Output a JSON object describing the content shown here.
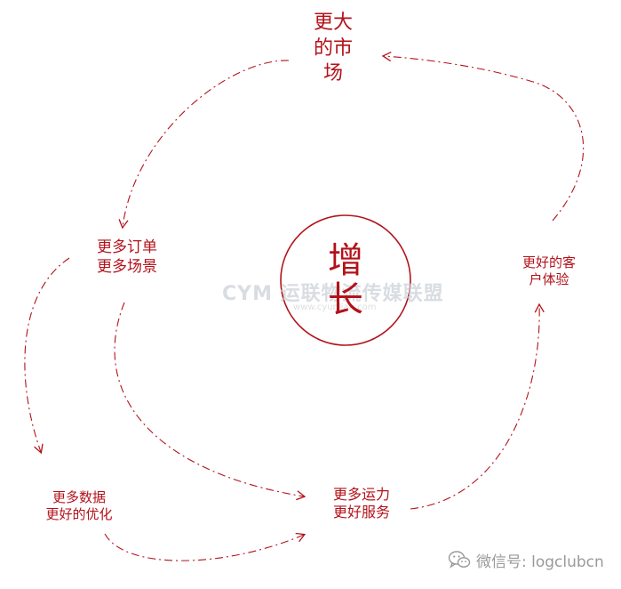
{
  "diagram": {
    "center": {
      "line1": "增",
      "line2": "长"
    },
    "nodes": {
      "top": {
        "line1": "更大",
        "line2": "的市",
        "line3": "场"
      },
      "left": {
        "line1": "更多订单",
        "line2": "更多场景"
      },
      "right": {
        "line1": "更好的客",
        "line2": "户体验"
      },
      "bottom_mid": {
        "line1": "更多运力",
        "line2": "更好服务"
      },
      "bottom_left": {
        "line1": "更多数据",
        "line2": "更好的优化"
      }
    },
    "colors": {
      "accent": "#b3121a",
      "watermark": "#c9d0d6",
      "tag": "#9a9a9a"
    }
  },
  "watermark": {
    "text": "CYM 运联物流传媒联盟",
    "sub": "www.cyunlian.com"
  },
  "wechat": {
    "icon": "wechat-icon",
    "label": "微信号: logclubcn"
  }
}
